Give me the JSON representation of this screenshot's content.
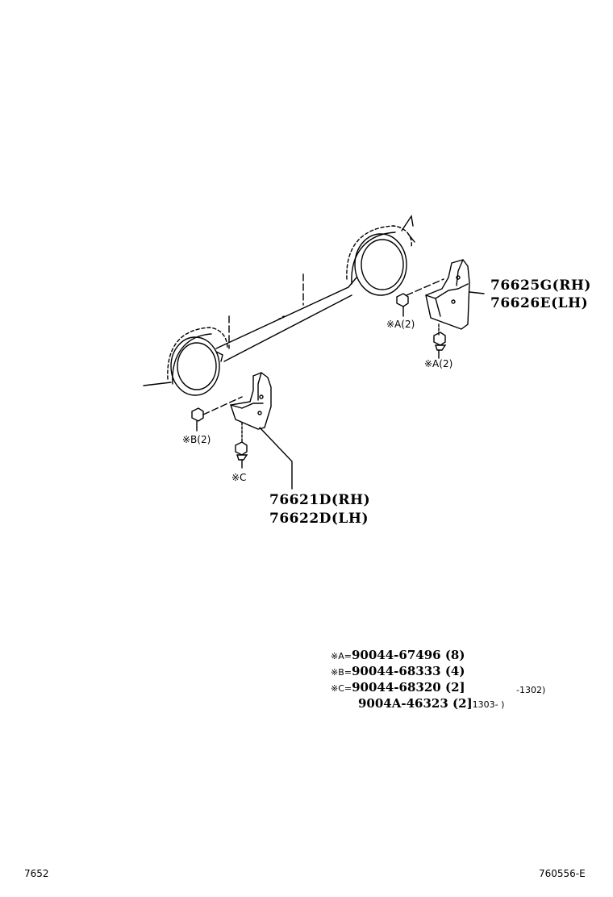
{
  "parts": {
    "rear_rh": "76625G(RH)",
    "rear_lh": "76626E(LH)",
    "front_rh": "76621D(RH)",
    "front_lh": "76622D(LH)"
  },
  "fasteners": {
    "a_upper": "※A(2)",
    "a_lower": "※A(2)",
    "b": "※B(2)",
    "c": "※C"
  },
  "legend": [
    {
      "key": "※A=",
      "part": "90044-67496",
      "qty": "(8)",
      "note": ""
    },
    {
      "key": "※B=",
      "part": "90044-68333",
      "qty": "(4)",
      "note": ""
    },
    {
      "key": "※C=",
      "part": "90044-68320",
      "qty": "(2]",
      "note": "-1302)"
    },
    {
      "key": "",
      "part": "9004A-46323",
      "qty": "(2]",
      "note": "1303-      )"
    }
  ],
  "footer": {
    "page_code": "7652",
    "figure_id": "760556-E"
  }
}
